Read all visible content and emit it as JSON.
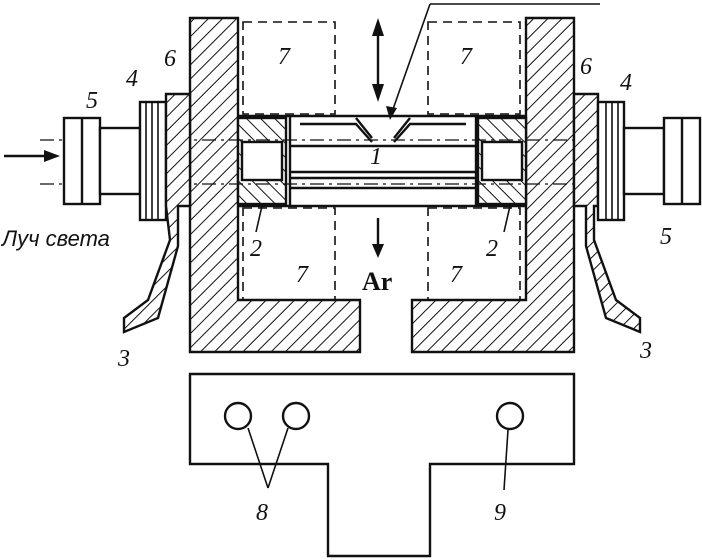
{
  "figure": {
    "labels": {
      "window_center": "1",
      "window_left": "2",
      "window_right": "2",
      "clamp_left": "3",
      "clamp_right": "3",
      "knurled_left": "4",
      "knurled_right": "4",
      "nut_left": "5",
      "nut_right": "5",
      "plate_left": "6",
      "plate_right": "6",
      "cavity_top_left": "7",
      "cavity_top_right": "7",
      "cavity_bottom_left": "7",
      "cavity_bottom_right": "7",
      "holes_label": "8",
      "hole_single_label": "9",
      "gas_label": "Ar",
      "light_beam_label": "Луч света"
    },
    "colors": {
      "ink": "#111111",
      "paper": "#ffffff"
    }
  }
}
